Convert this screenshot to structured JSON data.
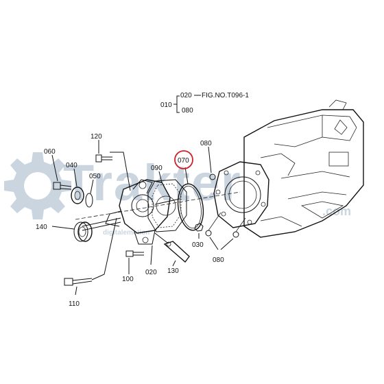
{
  "watermark": {
    "brand": "Trakter",
    "suffix": ".com",
    "tagline": "digitalemotion",
    "color": "#9fb3c8"
  },
  "reference": {
    "prefix": "010",
    "top": "020",
    "text": "FIG.NO.T096-1",
    "bottom": "080"
  },
  "highlight": {
    "label": "070",
    "color": "#d0202a"
  },
  "parts": {
    "p060": "060",
    "p040": "040",
    "p050": "050",
    "p120": "120",
    "p090": "090",
    "p080a": "080",
    "p080b": "080",
    "p030": "030",
    "p140": "140",
    "p100": "100",
    "p020": "020",
    "p130": "130",
    "p110": "110"
  }
}
